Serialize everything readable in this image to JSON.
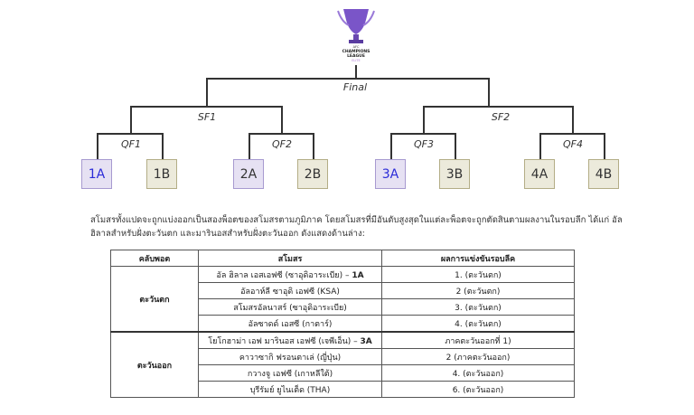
{
  "logo": {
    "text": "AFC CHAMPIONS LEAGUE ELITE"
  },
  "bracket": {
    "final": "Final",
    "sf1": "SF1",
    "sf2": "SF2",
    "qf1": "QF1",
    "qf2": "QF2",
    "qf3": "QF3",
    "qf4": "QF4",
    "teams": [
      "1A",
      "1B",
      "2A",
      "2B",
      "3A",
      "3B",
      "4A",
      "4B"
    ]
  },
  "description": "สโมสรทั้งแปดจะถูกแบ่งออกเป็นสองพ็อตของสโมสรตามภูมิภาค โดยสโมสรที่มีอันดับสูงสุดในแต่ละพ็อตจะถูกตัดสินตามผลงานในรอบลีก ได้แก่ อัล ฮิลาลสำหรับฝั่งตะวันตก และมารินอสสำหรับฝั่งตะวันออก ดังแสดงด้านล่าง:",
  "table": {
    "headers": [
      "คลับพอต",
      "สโมสร",
      "ผลการแข่งขันรอบลีค"
    ],
    "groups": [
      {
        "name": "ตะวันตก",
        "rows": [
          {
            "club": "อัล ฮิลาล เอสเอฟซี (ซาอุดิอาระเบีย) – ",
            "tag": "1A",
            "result": "1. (ตะวันตก)"
          },
          {
            "club": "อัลอาห์ลี ซาอุดิ เอฟซี (KSA)",
            "tag": "",
            "result": "2 (ตะวันตก)"
          },
          {
            "club": "สโมสรอัลนาสร์ (ซาอุดิอาระเบีย)",
            "tag": "",
            "result": "3. (ตะวันตก)"
          },
          {
            "club": "อัลซาดด์ เอสซี (กาตาร์)",
            "tag": "",
            "result": "4. (ตะวันตก)"
          }
        ]
      },
      {
        "name": "ตะวันออก",
        "rows": [
          {
            "club": "โยโกฮาม่า เอฟ มารินอส เอฟซี (เจพีเอ็น) – ",
            "tag": "3A",
            "result": "ภาคตะวันออกที่ 1)"
          },
          {
            "club": "คาวาซากิ ฟรอนตาเล่ (ญี่ปุ่น)",
            "tag": "",
            "result": "2 (ภาคตะวันออก)"
          },
          {
            "club": "กวางจู เอฟซี (เกาหลีใต้)",
            "tag": "",
            "result": "4. (ตะวันออก)"
          },
          {
            "club": "บุรีรัมย์ ยูไนเต็ด (THA)",
            "tag": "",
            "result": "6. (ตะวันออก)"
          }
        ]
      }
    ]
  }
}
